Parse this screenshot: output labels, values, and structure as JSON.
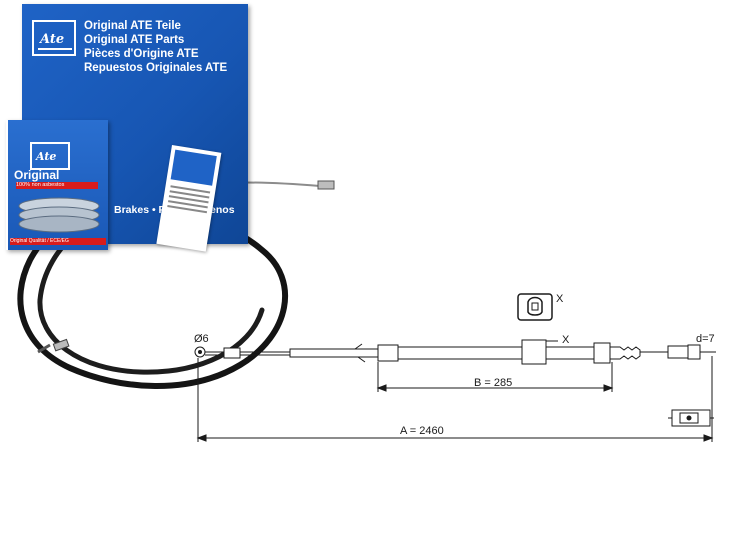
{
  "packaging": {
    "big_box": {
      "logo": "Ate",
      "lines": [
        "Original ATE Teile",
        "Original ATE Parts",
        "Pièces d'Origine ATE",
        "Repuestos Originales ATE"
      ],
      "side_band": "Brakes • Freins • Frenos"
    },
    "small_box": {
      "logo": "Ate",
      "title": "Original",
      "banner": "100% non asbestos",
      "bottom": "Original Qualität / ECE/EG"
    }
  },
  "diagram": {
    "dim_left_eye": "Ø6",
    "dim_right_end": "d=7",
    "detail_marker": "X",
    "dim_b": "B = 285",
    "dim_a": "A = 2460"
  },
  "colors": {
    "ate_blue": "#1f63c6",
    "line_dark": "#1a1a1a",
    "cable_black": "#141414"
  }
}
